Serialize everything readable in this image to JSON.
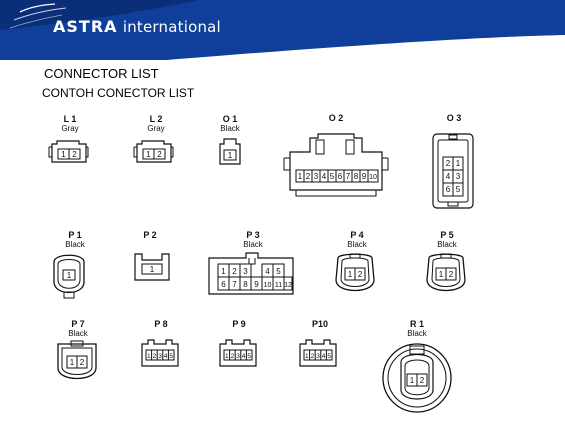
{
  "header": {
    "brand_bold": "ASTRA",
    "brand_light": "international",
    "title": "CONNECTOR LIST",
    "subtitle": "CONTOH CONECTOR LIST",
    "colors": {
      "banner": "#0f3f9a",
      "banner_dark": "#0a2f78",
      "text": "#ffffff"
    }
  },
  "connectors": {
    "L1": {
      "code": "L 1",
      "color": "Gray",
      "pins": [
        "1",
        "2"
      ]
    },
    "L2": {
      "code": "L 2",
      "color": "Gray",
      "pins": [
        "1",
        "2"
      ]
    },
    "O1": {
      "code": "O 1",
      "color": "Black",
      "pins": [
        "1"
      ]
    },
    "O2": {
      "code": "O 2",
      "color": "",
      "pins": [
        "1",
        "2",
        "3",
        "4",
        "5",
        "6",
        "7",
        "8",
        "9",
        "10"
      ]
    },
    "O3": {
      "code": "O 3",
      "color": "",
      "pins": [
        "2",
        "1",
        "4",
        "3",
        "6",
        "5"
      ]
    },
    "P1": {
      "code": "P 1",
      "color": "Black",
      "pins": [
        "1"
      ]
    },
    "P2": {
      "code": "P 2",
      "color": "",
      "pins": [
        "1"
      ]
    },
    "P3": {
      "code": "P 3",
      "color": "Black",
      "pins": [
        "1",
        "2",
        "3",
        "4",
        "5",
        "6",
        "7",
        "8",
        "9",
        "10",
        "11",
        "12"
      ]
    },
    "P4": {
      "code": "P 4",
      "color": "Black",
      "pins": [
        "1",
        "2"
      ]
    },
    "P5": {
      "code": "P 5",
      "color": "Black",
      "pins": [
        "1",
        "2"
      ]
    },
    "P7": {
      "code": "P 7",
      "color": "Black",
      "pins": [
        "1",
        "2"
      ]
    },
    "P8": {
      "code": "P 8",
      "color": "",
      "pins": [
        "1",
        "2",
        "3",
        "4",
        "5"
      ]
    },
    "P9": {
      "code": "P 9",
      "color": "",
      "pins": [
        "1",
        "2",
        "3",
        "4",
        "5"
      ]
    },
    "P10": {
      "code": "P10",
      "color": "",
      "pins": [
        "1",
        "2",
        "3",
        "4",
        "5"
      ]
    },
    "R1": {
      "code": "R 1",
      "color": "Black",
      "pins": [
        "1",
        "2"
      ]
    }
  }
}
